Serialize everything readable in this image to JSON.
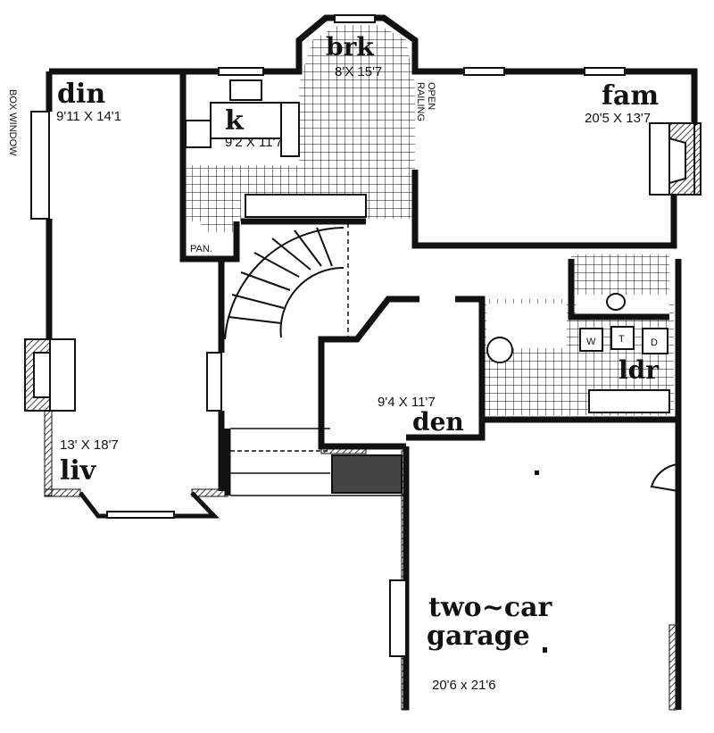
{
  "rooms": {
    "dining": {
      "name": "din",
      "size": "9'11 X 14'1"
    },
    "kitchen": {
      "name": "k",
      "size": "9'2 X 11'7"
    },
    "breakfast": {
      "name": "brk",
      "size": "8'X 15'7"
    },
    "family": {
      "name": "fam",
      "size": "20'5 X 13'7"
    },
    "living": {
      "name": "liv",
      "size": "13' X 18'7"
    },
    "den": {
      "name": "den",
      "size": "9'4 X 11'7"
    },
    "laundry": {
      "name": "ldr"
    },
    "garage": {
      "name_line1": "two~car",
      "name_line2": "garage",
      "size": "20'6 x 21'6"
    }
  },
  "annotations": {
    "box_window": "BOX WINDOW",
    "open_railing_1": "OPEN",
    "open_railing_2": "RAILING",
    "pantry": "PAN."
  },
  "appliances": {
    "washer": "W",
    "tub": "T",
    "dryer": "D"
  },
  "colors": {
    "ink": "#111111",
    "paper": "#ffffff"
  }
}
